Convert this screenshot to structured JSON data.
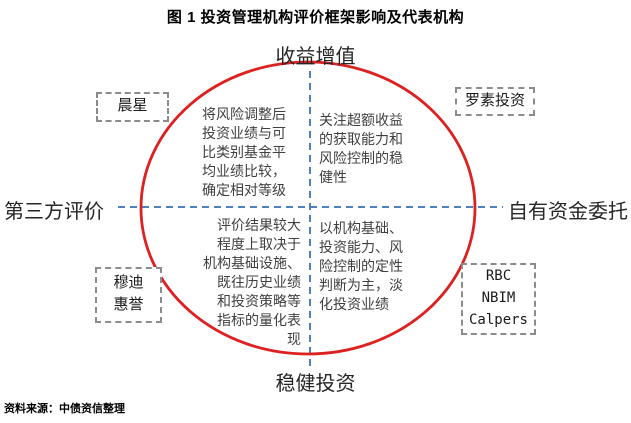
{
  "figure": {
    "title": "图 1 投资管理机构评价框架影响及代表机构",
    "source": "资料来源：中债资信整理"
  },
  "axes": {
    "top": "收益增值",
    "bottom": "稳健投资",
    "left": "第三方评价",
    "right": "自有资金委托"
  },
  "quadrants": {
    "top_left": "将风险调整后\n投资业绩与可\n比类别基金平\n均业绩比较，\n确定相对等级",
    "top_right": "关注超额收益\n的获取能力和\n风险控制的稳\n健性",
    "bottom_left": "评价结果较大\n程度上取决于\n机构基础设施、\n既往历史业绩\n和投资策略等\n指标的量化表\n现",
    "bottom_right": "以机构基础、\n投资能力、风\n险控制的定性\n判断为主，淡\n化投资业绩"
  },
  "institutions": {
    "top_left": "晨星",
    "top_right": "罗素投资",
    "bottom_left": "穆迪\n惠誉",
    "bottom_right": "RBC\nNBIM\nCalpers"
  },
  "colors": {
    "circle": "#dd2020",
    "axis_dash": "#4f80bb",
    "box_border": "#8c8c8c",
    "quadrant_text": "#3f3f3f"
  }
}
